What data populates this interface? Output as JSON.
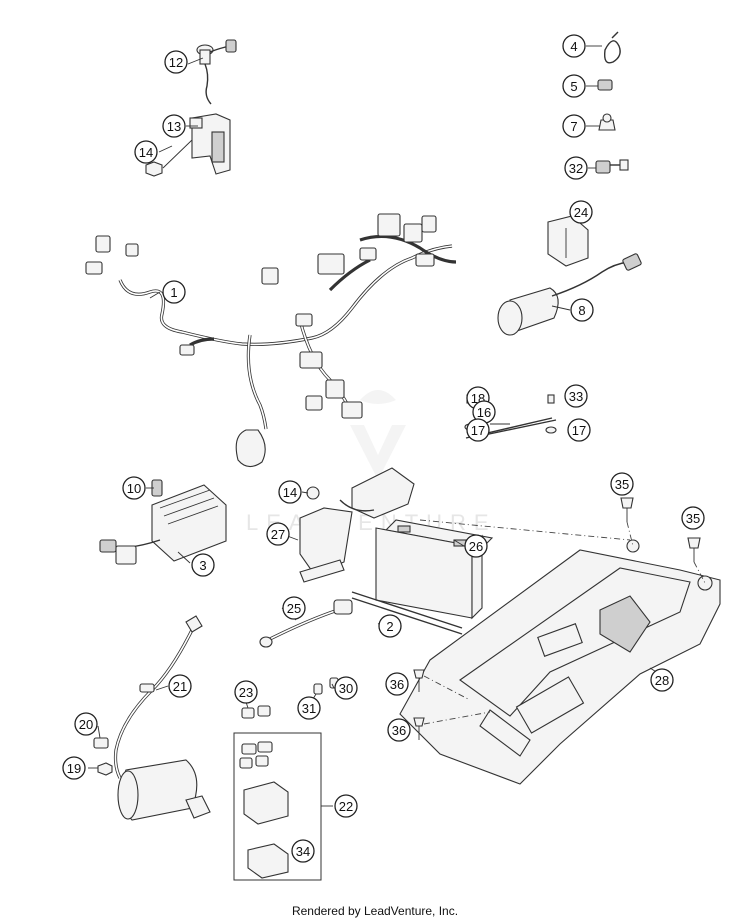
{
  "diagram": {
    "callouts": [
      {
        "label": "12"
      },
      {
        "label": "13"
      },
      {
        "label": "14"
      },
      {
        "label": "4"
      },
      {
        "label": "5"
      },
      {
        "label": "7"
      },
      {
        "label": "32"
      },
      {
        "label": "24"
      },
      {
        "label": "1"
      },
      {
        "label": "8"
      },
      {
        "label": "18"
      },
      {
        "label": "33"
      },
      {
        "label": "16"
      },
      {
        "label": "17"
      },
      {
        "label": "17"
      },
      {
        "label": "10"
      },
      {
        "label": "3"
      },
      {
        "label": "14"
      },
      {
        "label": "27"
      },
      {
        "label": "26"
      },
      {
        "label": "35"
      },
      {
        "label": "35"
      },
      {
        "label": "2"
      },
      {
        "label": "25"
      },
      {
        "label": "21"
      },
      {
        "label": "23"
      },
      {
        "label": "30"
      },
      {
        "label": "31"
      },
      {
        "label": "20"
      },
      {
        "label": "19"
      },
      {
        "label": "22"
      },
      {
        "label": "34"
      },
      {
        "label": "36"
      },
      {
        "label": "36"
      },
      {
        "label": "28"
      }
    ]
  },
  "watermark": "LEADVENTURE",
  "footer": "Rendered by LeadVenture, Inc."
}
